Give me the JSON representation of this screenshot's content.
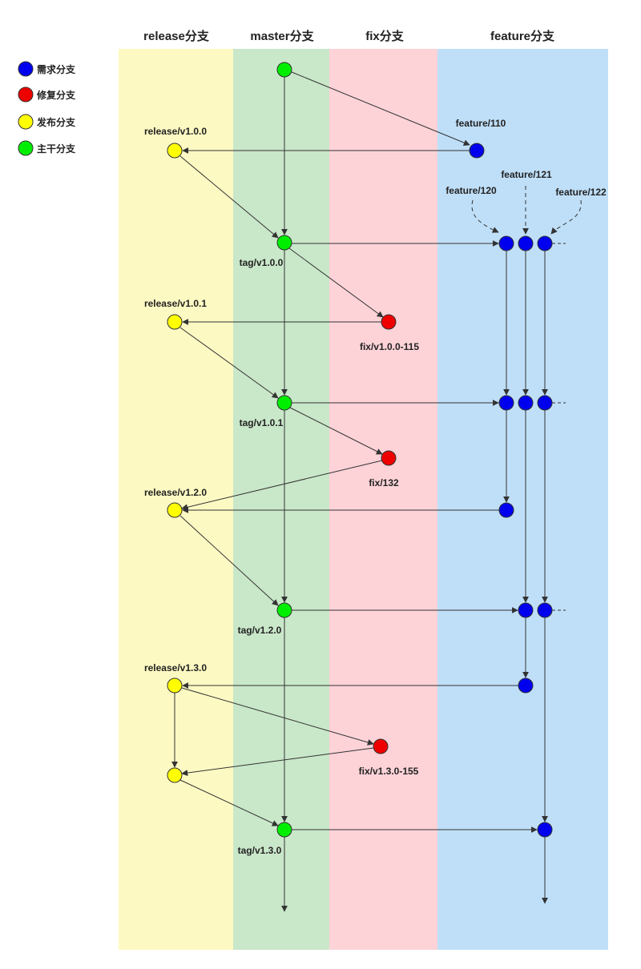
{
  "colors": {
    "feature": "#0000ee",
    "fix": "#ee0000",
    "release": "#ffff00",
    "master": "#00ee00",
    "lane_release_bg": "#fdf9c3",
    "lane_master_bg": "#c9e7c9",
    "lane_fix_bg": "#fdd3d8",
    "lane_feature_bg": "#bfdff8",
    "line": "#333333"
  },
  "lanes": [
    {
      "id": "release",
      "title": "release分支"
    },
    {
      "id": "master",
      "title": "master分支"
    },
    {
      "id": "fix",
      "title": "fix分支"
    },
    {
      "id": "feature",
      "title": "feature分支"
    }
  ],
  "legend": [
    {
      "type": "feature",
      "label": "需求分支"
    },
    {
      "type": "fix",
      "label": "修复分支"
    },
    {
      "type": "release",
      "label": "发布分支"
    },
    {
      "type": "master",
      "label": "主干分支"
    }
  ],
  "labels": {
    "feature_110": "feature/110",
    "feature_120": "feature/120",
    "feature_121": "feature/121",
    "feature_122": "feature/122",
    "release_v100": "release/v1.0.0",
    "release_v101": "release/v1.0.1",
    "release_v120": "release/v1.2.0",
    "release_v130": "release/v1.3.0",
    "tag_v100": "tag/v1.0.0",
    "tag_v101": "tag/v1.0.1",
    "tag_v120": "tag/v1.2.0",
    "tag_v130": "tag/v1.3.0",
    "fix_v100_115": "fix/v1.0.0-115",
    "fix_132": "fix/132",
    "fix_v130_155": "fix/v1.3.0-155"
  }
}
